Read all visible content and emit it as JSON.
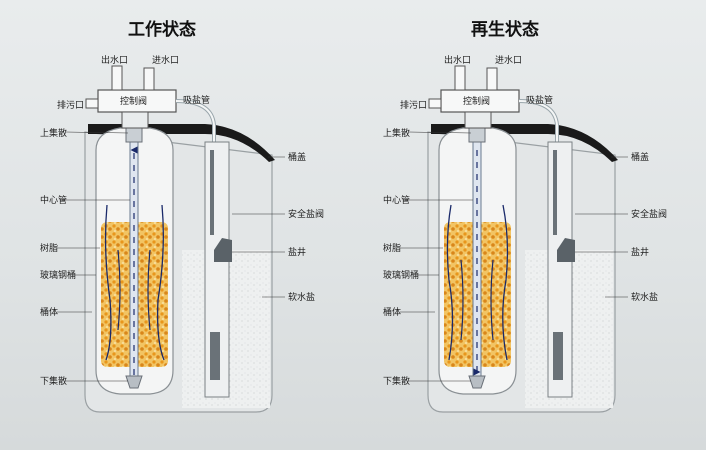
{
  "panels": [
    {
      "title": "工作状态",
      "labels": {
        "outlet": "出水口",
        "inlet": "进水口",
        "drain": "排污口",
        "valve": "控制阀",
        "brine_line": "吸盐管",
        "upper_distributor": "上集散",
        "cover": "桶盖",
        "center_pipe": "中心管",
        "safety_valve": "安全盐阀",
        "resin": "树脂",
        "brine_well": "盐井",
        "fiberglass_tank": "玻璃钢桶",
        "softener_salt": "软水盐",
        "tank_body": "桶体",
        "lower_distributor": "下集散"
      }
    },
    {
      "title": "再生状态",
      "labels": {
        "outlet": "出水口",
        "inlet": "进水口",
        "drain": "排污口",
        "valve": "控制阀",
        "brine_line": "吸盐管",
        "upper_distributor": "上集散",
        "cover": "桶盖",
        "center_pipe": "中心管",
        "safety_valve": "安全盐阀",
        "resin": "树脂",
        "brine_well": "盐井",
        "fiberglass_tank": "玻璃钢桶",
        "softener_salt": "软水盐",
        "tank_body": "桶体",
        "lower_distributor": "下集散"
      }
    }
  ],
  "colors": {
    "resin": "#e8a83a",
    "cover": "#1a1a1a",
    "flow_arrow": "#1a2a6a"
  }
}
